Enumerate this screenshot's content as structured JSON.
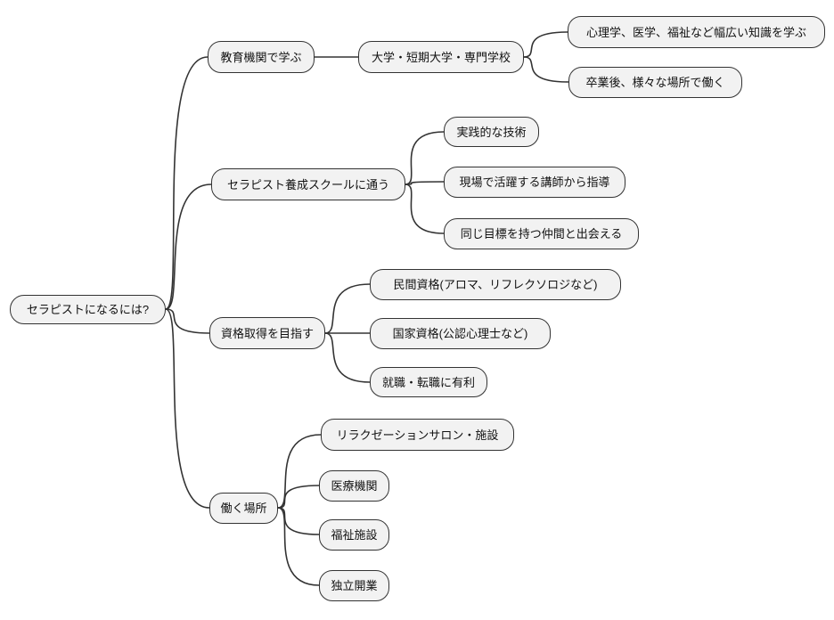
{
  "mindmap": {
    "type": "mindmap",
    "root": {
      "label": "セラピストになるには?"
    },
    "branches": [
      {
        "label": "教育機関で学ぶ",
        "children": [
          {
            "label": "大学・短期大学・専門学校",
            "children": [
              {
                "label": "心理学、医学、福祉など幅広い知識を学ぶ"
              },
              {
                "label": "卒業後、様々な場所で働く"
              }
            ]
          }
        ]
      },
      {
        "label": "セラピスト養成スクールに通う",
        "children": [
          {
            "label": "実践的な技術"
          },
          {
            "label": "現場で活躍する講師から指導"
          },
          {
            "label": "同じ目標を持つ仲間と出会える"
          }
        ]
      },
      {
        "label": "資格取得を目指す",
        "children": [
          {
            "label": "民間資格(アロマ、リフレクソロジなど)"
          },
          {
            "label": "国家資格(公認心理士など)"
          },
          {
            "label": "就職・転職に有利"
          }
        ]
      },
      {
        "label": "働く場所",
        "children": [
          {
            "label": "リラクゼーションサロン・施設"
          },
          {
            "label": "医療機関"
          },
          {
            "label": "福祉施設"
          },
          {
            "label": "独立開業"
          }
        ]
      }
    ]
  },
  "colors": {
    "background": "#ffffff",
    "node_fill": "#f2f2f2",
    "node_border": "#333333",
    "edge": "#333333",
    "text": "#111111"
  }
}
